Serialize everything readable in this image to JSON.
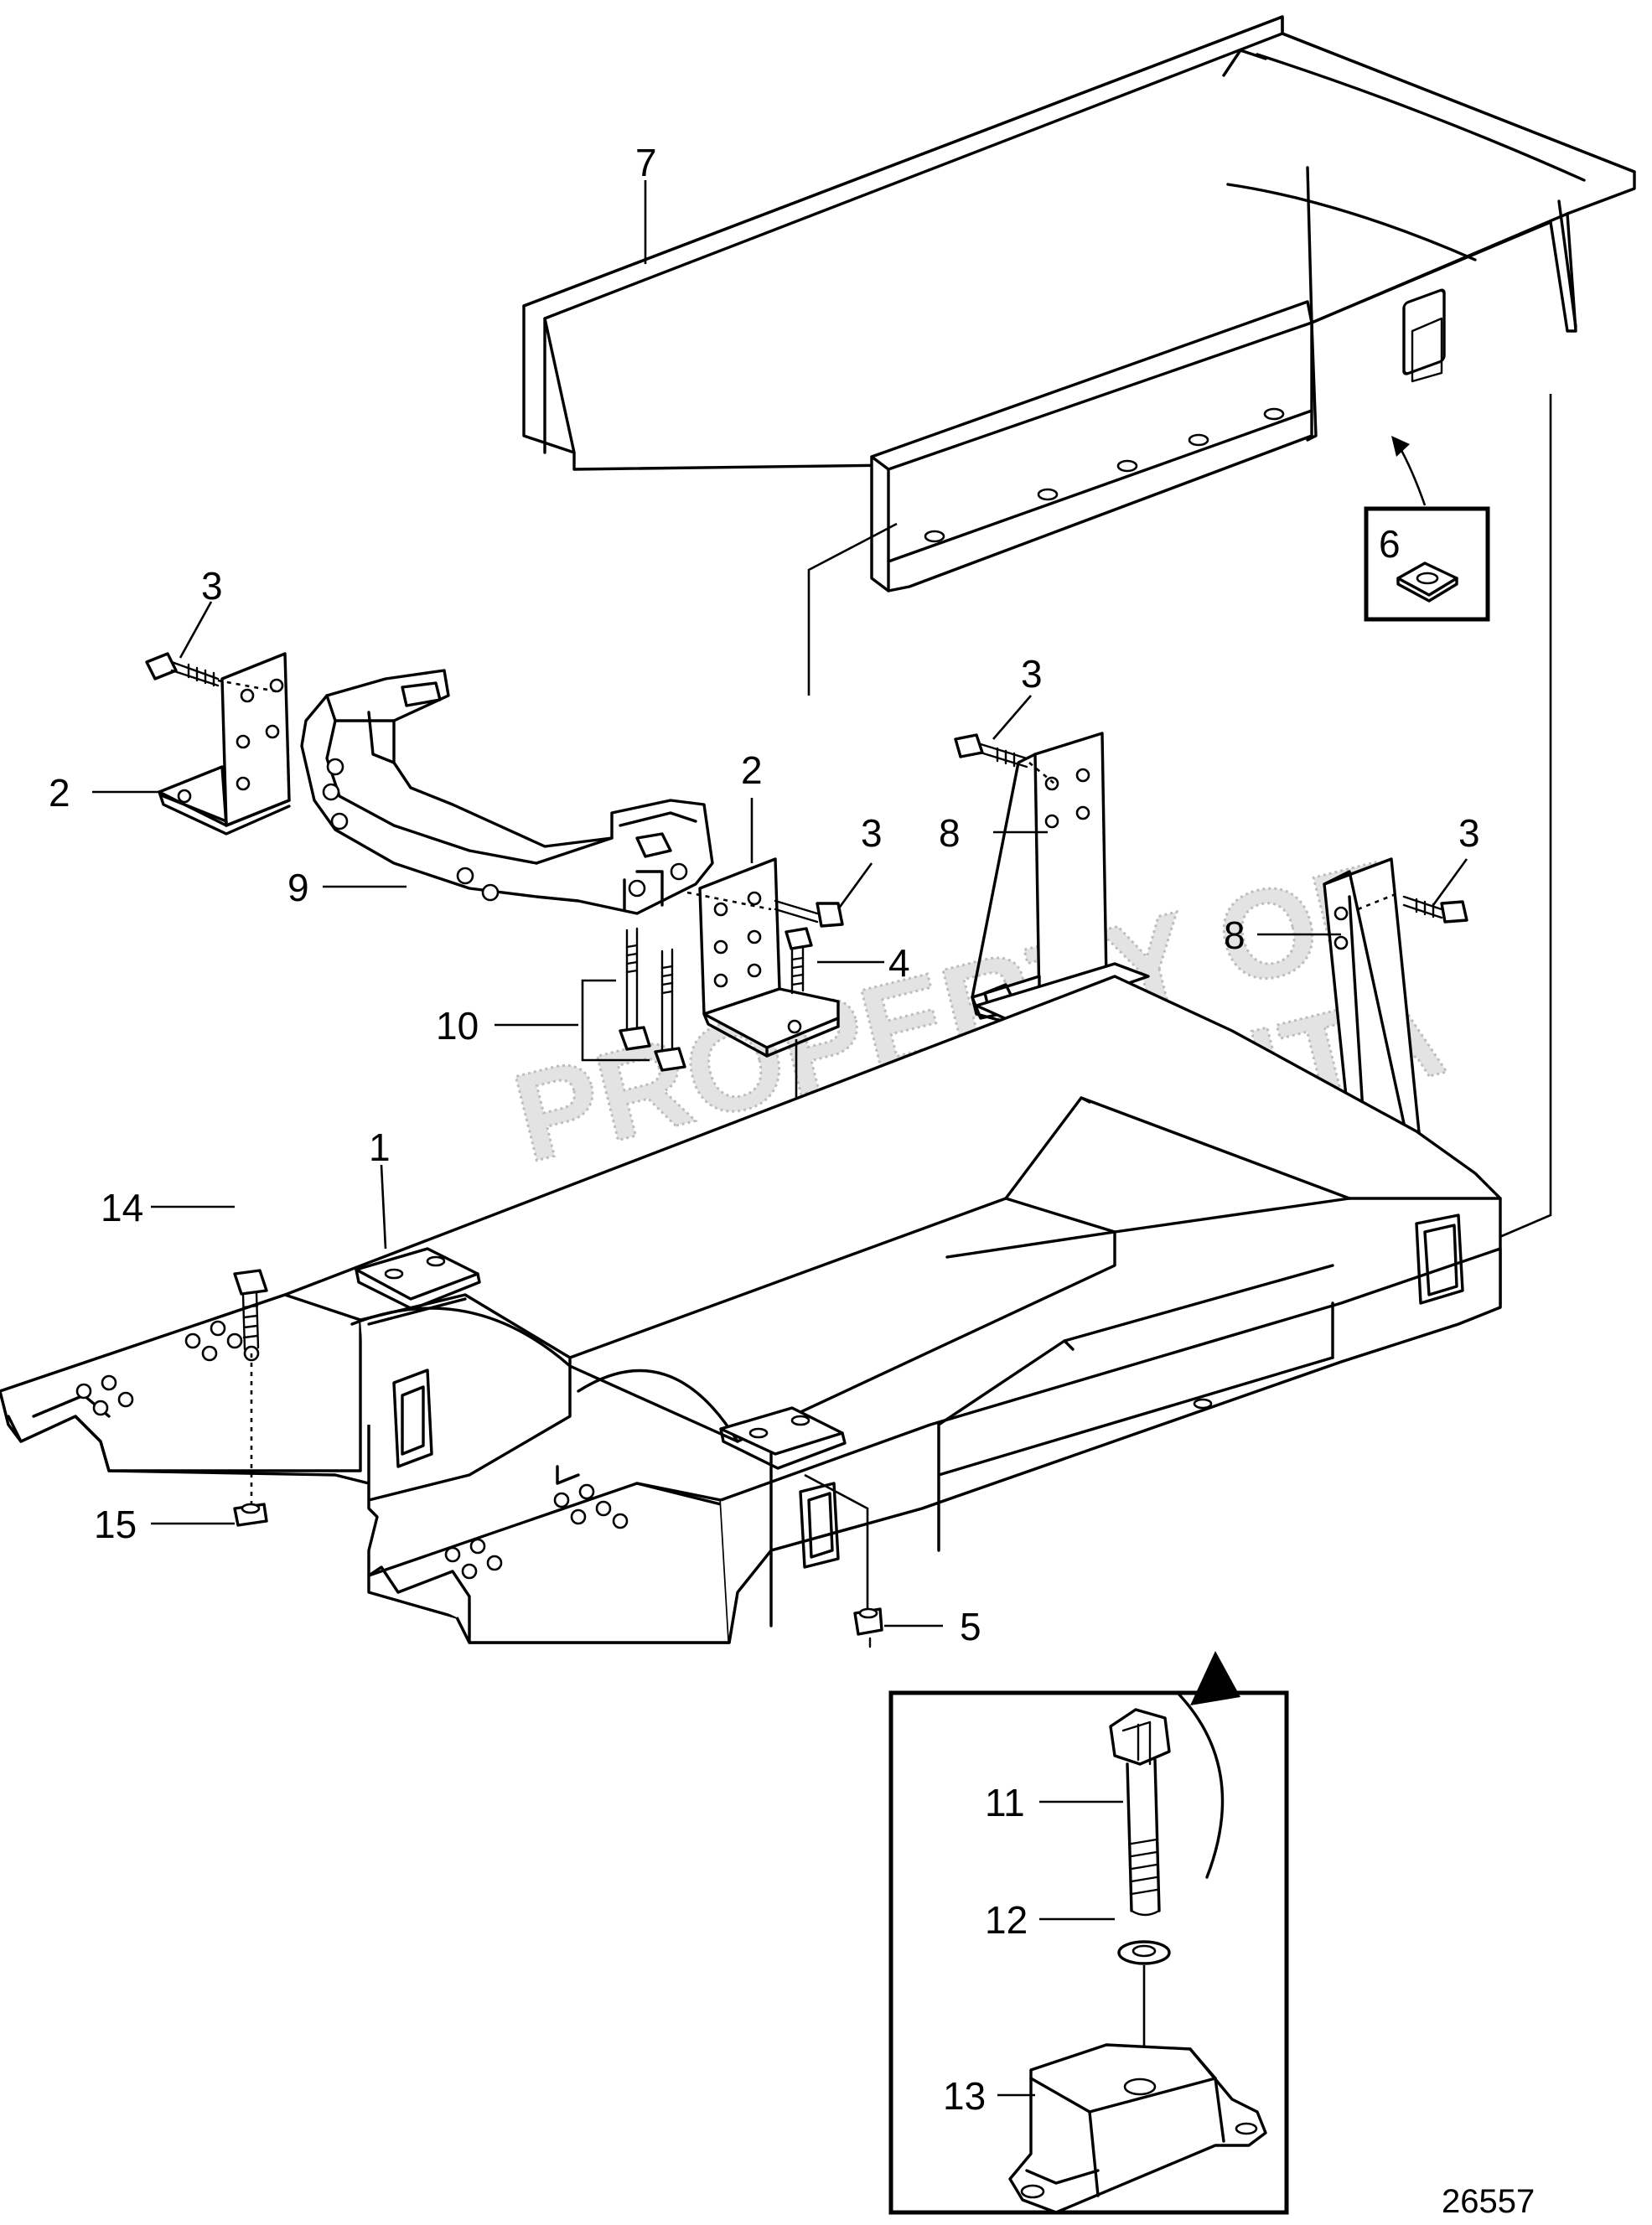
{
  "part_labels": {
    "p1": "1",
    "p2a": "2",
    "p2b": "2",
    "p3a": "3",
    "p3b": "3",
    "p3c": "3",
    "p3d": "3",
    "p4": "4",
    "p5": "5",
    "p6": "6",
    "p7": "7",
    "p8a": "8",
    "p8b": "8",
    "p9": "9",
    "p10": "10",
    "p11": "11",
    "p12": "12",
    "p13": "13",
    "p14": "14",
    "p15": "15"
  },
  "watermark": {
    "line1": "PROPERTY OF",
    "line2": "VOLVO PENTA"
  },
  "drawing_number": "26557"
}
